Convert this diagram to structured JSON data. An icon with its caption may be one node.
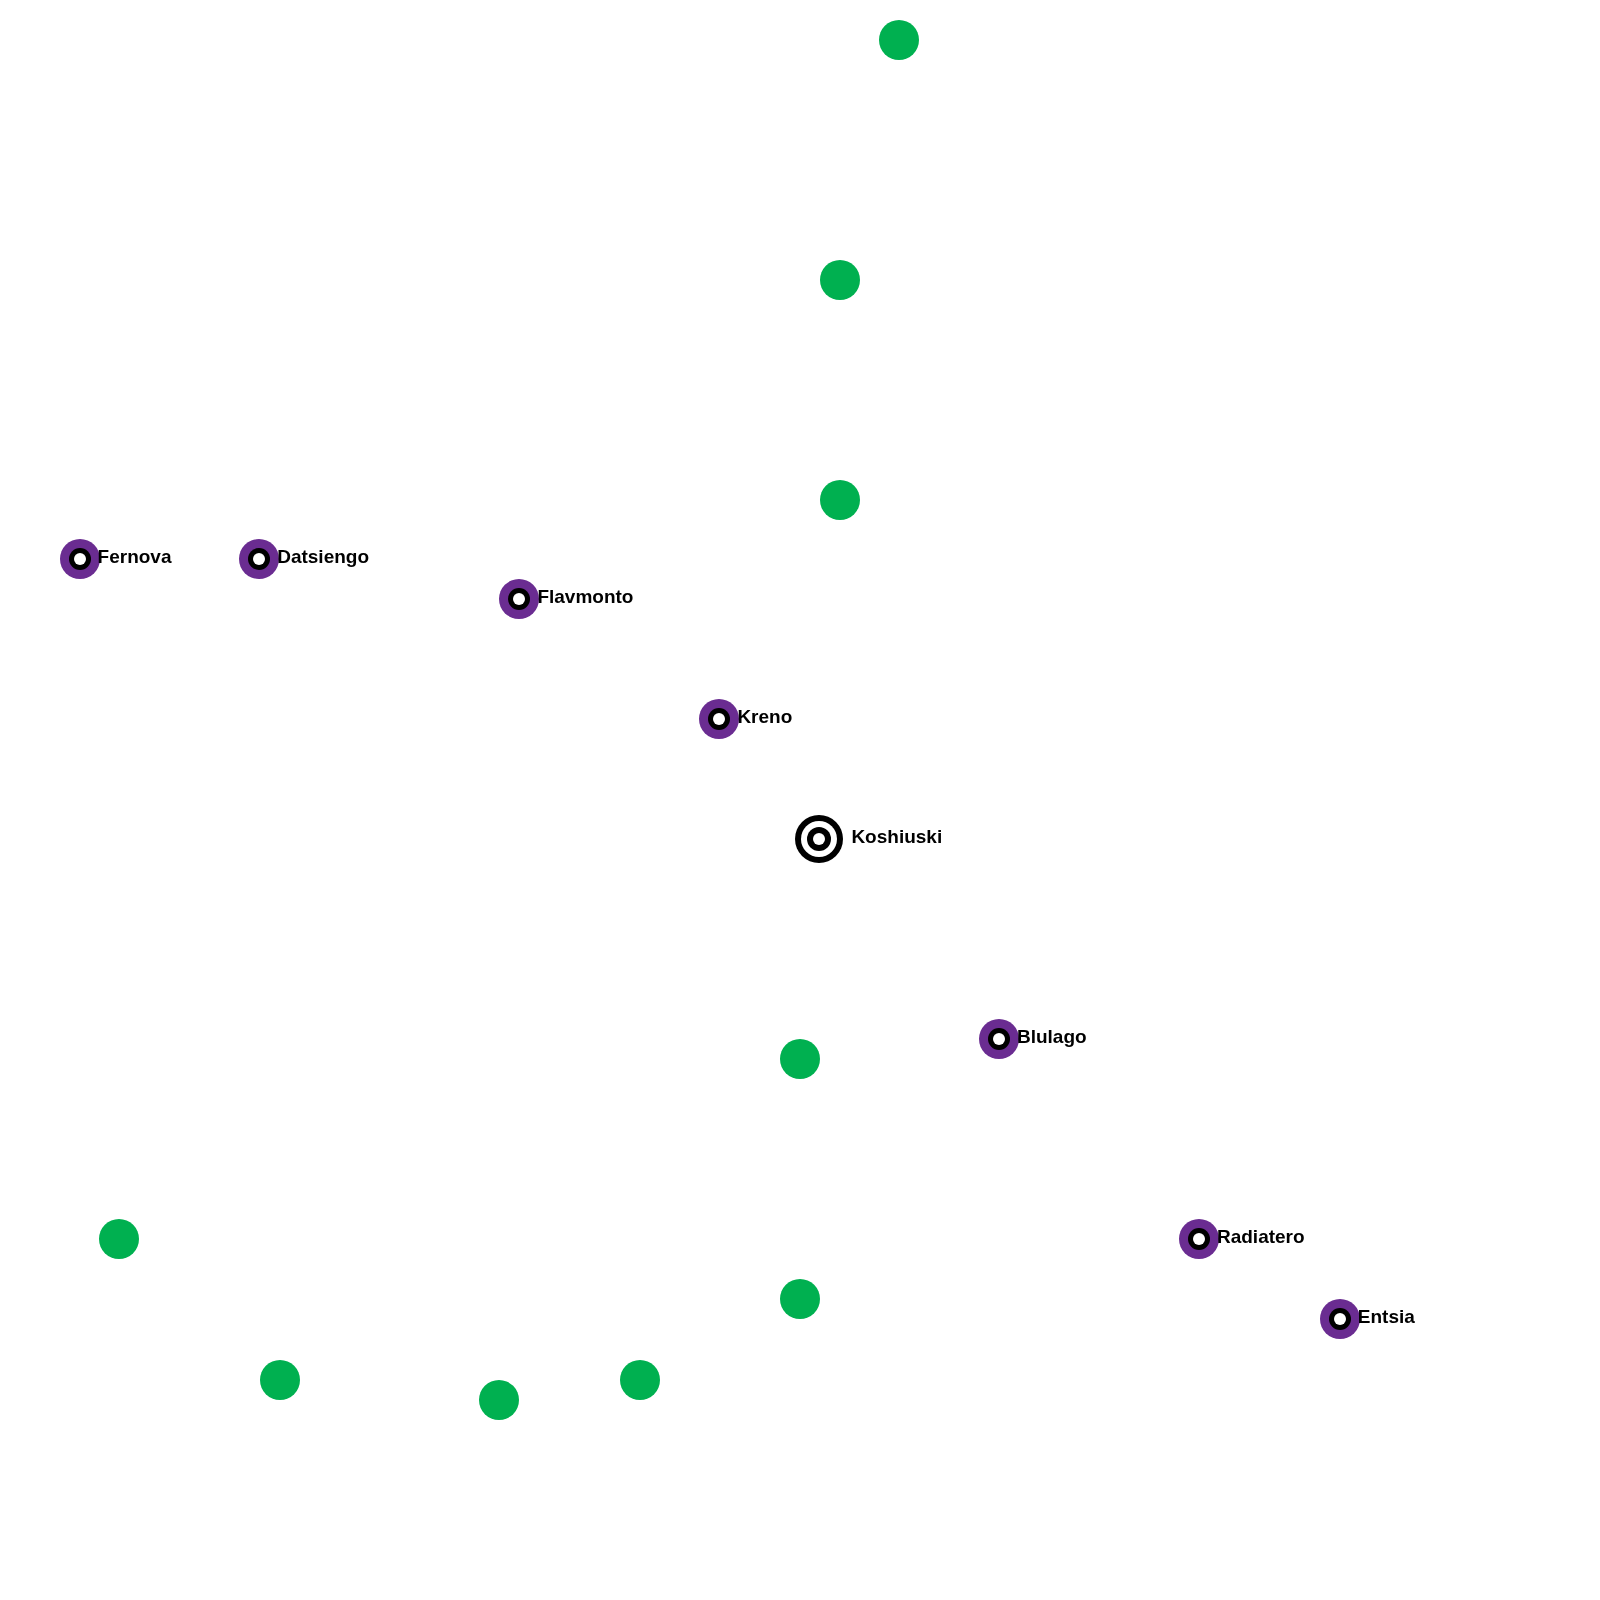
{
  "diagram": {
    "nodes": [
      {
        "text": [],
        "shape": "circle"
      },
      {
        "text": [],
        "shape": "circle"
      },
      {
        "text": [],
        "shape": "circle"
      },
      {
        "text": [],
        "shape": "ring",
        "beside": [
          "Fernova"
        ]
      },
      {
        "text": [],
        "shape": "ring",
        "beside": [
          "Datsiengo"
        ]
      },
      {
        "text": [],
        "shape": "ring",
        "beside": [
          "Flavmonto"
        ]
      },
      {
        "text": [],
        "shape": "ring",
        "beside": [
          "Kreno"
        ]
      },
      {
        "text": [],
        "shape": "target",
        "beside": [
          "Koshiuski"
        ]
      },
      {
        "text": [],
        "shape": "ring",
        "beside": [
          "Blulago"
        ]
      },
      {
        "text": [],
        "shape": "circle"
      },
      {
        "text": [],
        "shape": "circle"
      },
      {
        "text": [],
        "shape": "ring",
        "beside": [
          "Radiatero"
        ]
      },
      {
        "text": [],
        "shape": "circle"
      },
      {
        "text": [],
        "shape": "ring",
        "beside": [
          "Entsia"
        ]
      },
      {
        "text": [],
        "shape": "circle"
      },
      {
        "text": [],
        "shape": "circle"
      },
      {
        "text": [],
        "shape": "circle"
      }
    ]
  }
}
